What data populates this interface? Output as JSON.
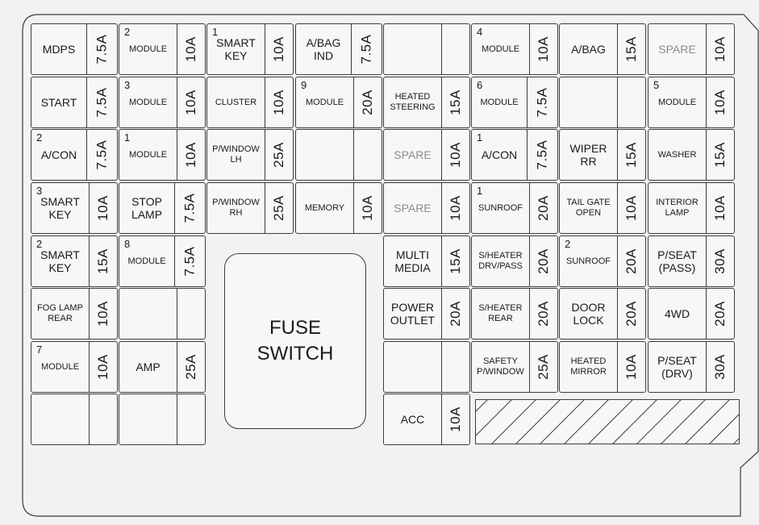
{
  "fuse_switch": {
    "line1": "FUSE",
    "line2": "SWITCH"
  },
  "fuses": [
    {
      "col": 0,
      "row": 0,
      "name": "MDPS",
      "num": "",
      "amp": "7.5A"
    },
    {
      "col": 1,
      "row": 0,
      "name": "MODULE",
      "num": "2",
      "amp": "10A",
      "small": true
    },
    {
      "col": 2,
      "row": 0,
      "name": "SMART\nKEY",
      "num": "1",
      "amp": "10A"
    },
    {
      "col": 3,
      "row": 0,
      "name": "A/BAG\nIND",
      "num": "",
      "amp": "7.5A"
    },
    {
      "col": 4,
      "row": 0,
      "name": "",
      "num": "",
      "amp": ""
    },
    {
      "col": 5,
      "row": 0,
      "name": "MODULE",
      "num": "4",
      "amp": "10A",
      "small": true
    },
    {
      "col": 6,
      "row": 0,
      "name": "A/BAG",
      "num": "",
      "amp": "15A"
    },
    {
      "col": 7,
      "row": 0,
      "name": "SPARE",
      "num": "",
      "amp": "10A",
      "gray": true
    },
    {
      "col": 0,
      "row": 1,
      "name": "START",
      "num": "",
      "amp": "7.5A"
    },
    {
      "col": 1,
      "row": 1,
      "name": "MODULE",
      "num": "3",
      "amp": "10A",
      "small": true
    },
    {
      "col": 2,
      "row": 1,
      "name": "CLUSTER",
      "num": "",
      "amp": "10A",
      "small": true
    },
    {
      "col": 3,
      "row": 1,
      "name": "MODULE",
      "num": "9",
      "amp": "20A",
      "small": true
    },
    {
      "col": 4,
      "row": 1,
      "name": "HEATED\nSTEERING",
      "num": "",
      "amp": "15A",
      "small": true
    },
    {
      "col": 5,
      "row": 1,
      "name": "MODULE",
      "num": "6",
      "amp": "7.5A",
      "small": true
    },
    {
      "col": 6,
      "row": 1,
      "name": "",
      "num": "",
      "amp": ""
    },
    {
      "col": 7,
      "row": 1,
      "name": "MODULE",
      "num": "5",
      "amp": "10A",
      "small": true
    },
    {
      "col": 0,
      "row": 2,
      "name": "A/CON",
      "num": "2",
      "amp": "7.5A"
    },
    {
      "col": 1,
      "row": 2,
      "name": "MODULE",
      "num": "1",
      "amp": "10A",
      "small": true
    },
    {
      "col": 2,
      "row": 2,
      "name": "P/WINDOW\nLH",
      "num": "",
      "amp": "25A",
      "small": true
    },
    {
      "col": 3,
      "row": 2,
      "name": "",
      "num": "",
      "amp": ""
    },
    {
      "col": 4,
      "row": 2,
      "name": "SPARE",
      "num": "",
      "amp": "10A",
      "gray": true
    },
    {
      "col": 5,
      "row": 2,
      "name": "A/CON",
      "num": "1",
      "amp": "7.5A"
    },
    {
      "col": 6,
      "row": 2,
      "name": "WIPER\nRR",
      "num": "",
      "amp": "15A"
    },
    {
      "col": 7,
      "row": 2,
      "name": "WASHER",
      "num": "",
      "amp": "15A",
      "small": true
    },
    {
      "col": 0,
      "row": 3,
      "name": "SMART\nKEY",
      "num": "3",
      "amp": "10A"
    },
    {
      "col": 1,
      "row": 3,
      "name": "STOP\nLAMP",
      "num": "",
      "amp": "7.5A"
    },
    {
      "col": 2,
      "row": 3,
      "name": "P/WINDOW\nRH",
      "num": "",
      "amp": "25A",
      "small": true
    },
    {
      "col": 3,
      "row": 3,
      "name": "MEMORY",
      "num": "",
      "amp": "10A",
      "small": true
    },
    {
      "col": 4,
      "row": 3,
      "name": "SPARE",
      "num": "",
      "amp": "10A",
      "gray": true
    },
    {
      "col": 5,
      "row": 3,
      "name": "SUNROOF",
      "num": "1",
      "amp": "20A",
      "small": true
    },
    {
      "col": 6,
      "row": 3,
      "name": "TAIL GATE\nOPEN",
      "num": "",
      "amp": "10A",
      "small": true
    },
    {
      "col": 7,
      "row": 3,
      "name": "INTERIOR\nLAMP",
      "num": "",
      "amp": "10A",
      "small": true
    },
    {
      "col": 0,
      "row": 4,
      "name": "SMART\nKEY",
      "num": "2",
      "amp": "15A"
    },
    {
      "col": 1,
      "row": 4,
      "name": "MODULE",
      "num": "8",
      "amp": "7.5A",
      "small": true
    },
    {
      "col": 4,
      "row": 4,
      "name": "MULTI\nMEDIA",
      "num": "",
      "amp": "15A"
    },
    {
      "col": 5,
      "row": 4,
      "name": "S/HEATER\nDRV/PASS",
      "num": "",
      "amp": "20A",
      "small": true
    },
    {
      "col": 6,
      "row": 4,
      "name": "SUNROOF",
      "num": "2",
      "amp": "20A",
      "small": true
    },
    {
      "col": 7,
      "row": 4,
      "name": "P/SEAT\n(PASS)",
      "num": "",
      "amp": "30A"
    },
    {
      "col": 0,
      "row": 5,
      "name": "FOG LAMP\nREAR",
      "num": "",
      "amp": "10A",
      "small": true
    },
    {
      "col": 1,
      "row": 5,
      "name": "",
      "num": "",
      "amp": ""
    },
    {
      "col": 4,
      "row": 5,
      "name": "POWER\nOUTLET",
      "num": "",
      "amp": "20A"
    },
    {
      "col": 5,
      "row": 5,
      "name": "S/HEATER\nREAR",
      "num": "",
      "amp": "20A",
      "small": true
    },
    {
      "col": 6,
      "row": 5,
      "name": "DOOR\nLOCK",
      "num": "",
      "amp": "20A"
    },
    {
      "col": 7,
      "row": 5,
      "name": "4WD",
      "num": "",
      "amp": "20A"
    },
    {
      "col": 0,
      "row": 6,
      "name": "MODULE",
      "num": "7",
      "amp": "10A",
      "small": true
    },
    {
      "col": 1,
      "row": 6,
      "name": "AMP",
      "num": "",
      "amp": "25A"
    },
    {
      "col": 4,
      "row": 6,
      "name": "",
      "num": "",
      "amp": ""
    },
    {
      "col": 5,
      "row": 6,
      "name": "SAFETY\nP/WINDOW",
      "num": "",
      "amp": "25A",
      "small": true
    },
    {
      "col": 6,
      "row": 6,
      "name": "HEATED\nMIRROR",
      "num": "",
      "amp": "10A",
      "small": true
    },
    {
      "col": 7,
      "row": 6,
      "name": "P/SEAT\n(DRV)",
      "num": "",
      "amp": "30A"
    },
    {
      "col": 0,
      "row": 7,
      "name": "",
      "num": "",
      "amp": ""
    },
    {
      "col": 1,
      "row": 7,
      "name": "",
      "num": "",
      "amp": ""
    },
    {
      "col": 4,
      "row": 7,
      "name": "ACC",
      "num": "",
      "amp": "10A"
    }
  ]
}
